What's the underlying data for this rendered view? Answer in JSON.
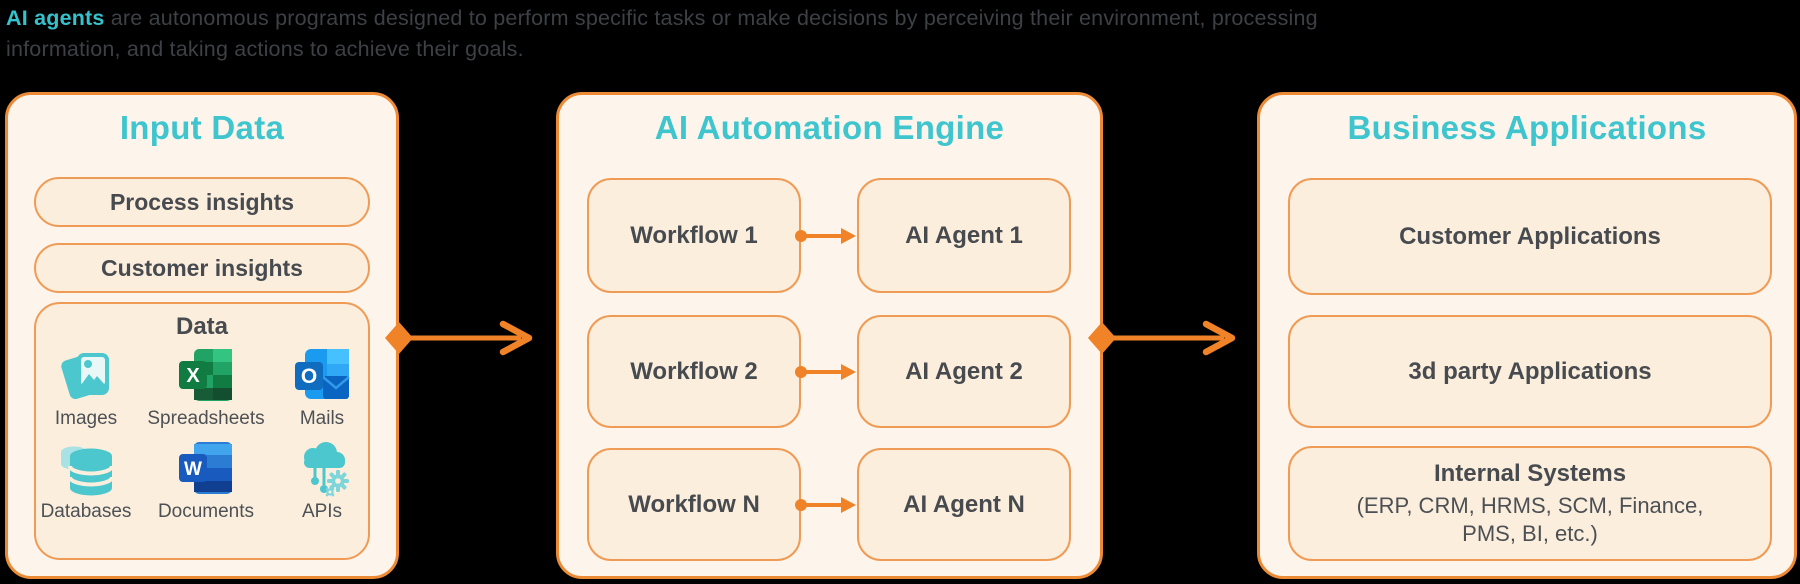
{
  "intro": {
    "highlight": "AI agents",
    "line1_rest": "are autonomous programs designed to perform specific tasks or make decisions by perceiving their environment, processing",
    "line2": "information, and taking actions to achieve their goals."
  },
  "accents": {
    "teal": "#3ec5ce",
    "orange": "#f08228",
    "panel_background": "#fdf5ec",
    "panel_border": "#ec8a35",
    "box_background": "#fbeedd",
    "text_dark": "#474b4f"
  },
  "input_panel": {
    "title": "Input Data",
    "pills": [
      "Process insights",
      "Customer insights"
    ],
    "data_box": {
      "title": "Data",
      "items": [
        {
          "label": "Images",
          "icon": "images-icon"
        },
        {
          "label": "Spreadsheets",
          "icon": "spreadsheet-icon"
        },
        {
          "label": "Mails",
          "icon": "mail-icon"
        },
        {
          "label": "Databases",
          "icon": "database-icon"
        },
        {
          "label": "Documents",
          "icon": "document-icon"
        },
        {
          "label": "APIs",
          "icon": "api-icon"
        }
      ]
    }
  },
  "engine_panel": {
    "title": "AI Automation Engine",
    "rows": [
      {
        "workflow": "Workflow 1",
        "agent": "AI Agent 1"
      },
      {
        "workflow": "Workflow 2",
        "agent": "AI Agent 2"
      },
      {
        "workflow": "Workflow N",
        "agent": "AI Agent N"
      }
    ]
  },
  "business_panel": {
    "title": "Business Applications",
    "boxes": [
      {
        "title": "Customer Applications"
      },
      {
        "title": "3d party Applications"
      },
      {
        "title": "Internal Systems",
        "subtitle_line1": "(ERP, CRM, HRMS, SCM, Finance,",
        "subtitle_line2": "PMS, BI, etc.)"
      }
    ]
  }
}
